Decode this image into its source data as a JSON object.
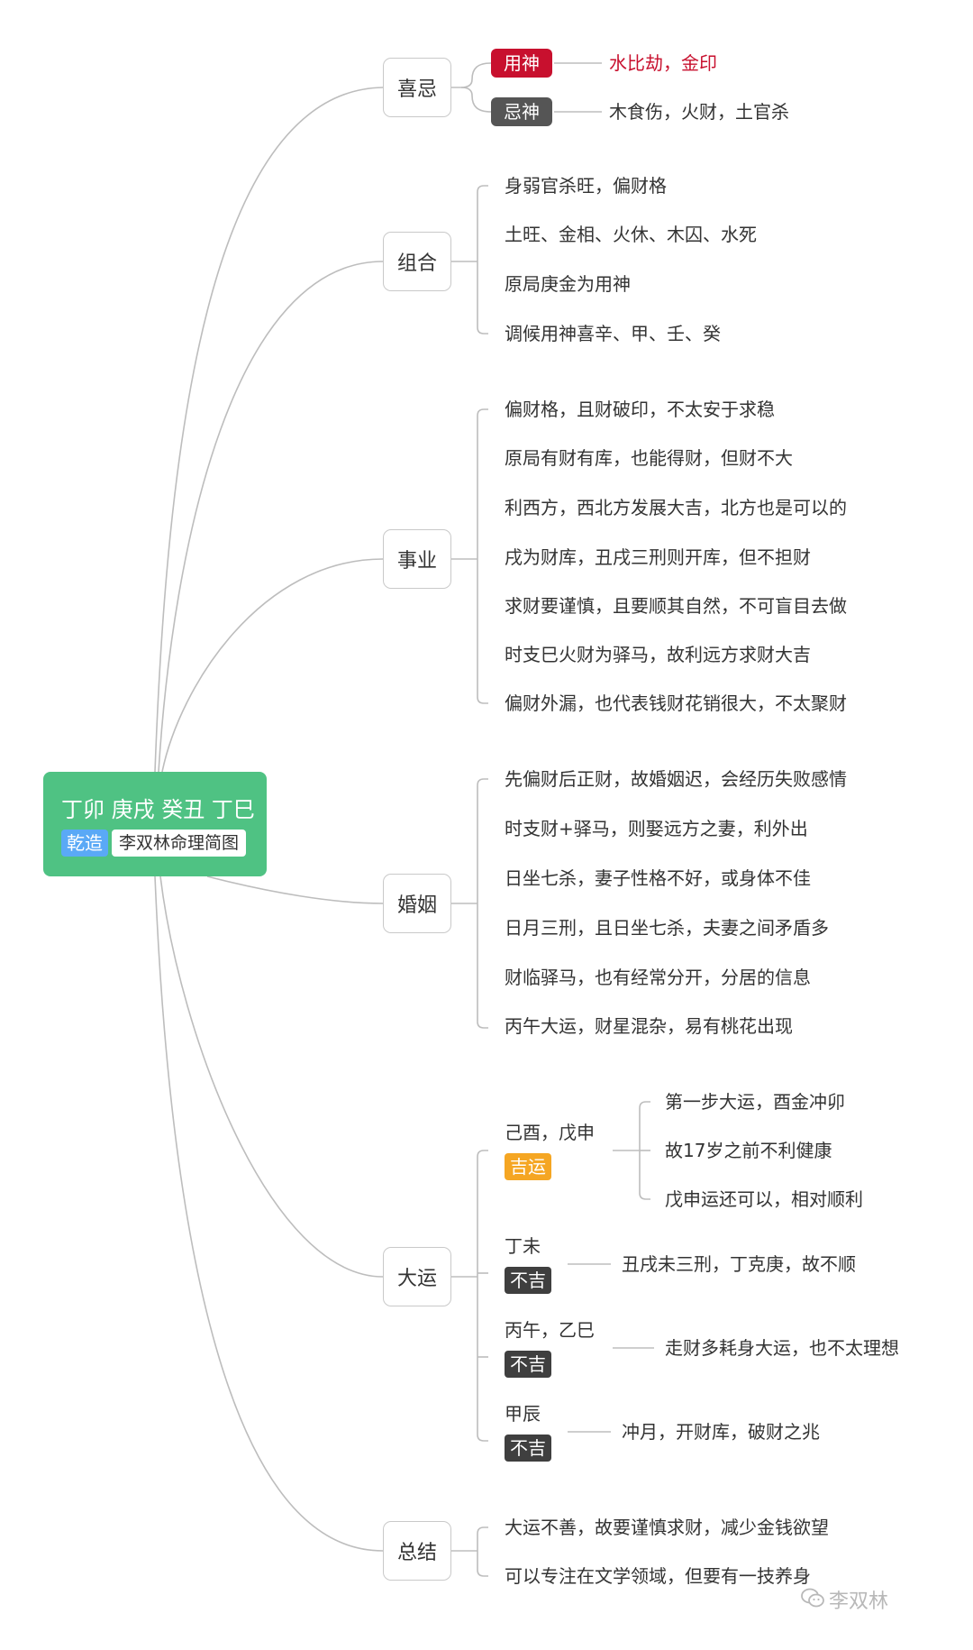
{
  "root": {
    "title": "丁卯 庚戌 癸丑 丁巳",
    "tag_gender": "乾造",
    "tag_name": "李双林命理简图"
  },
  "categories": {
    "xiji": "喜忌",
    "zuhe": "组合",
    "shiye": "事业",
    "hunyin": "婚姻",
    "dayun": "大运",
    "zongjie": "总结"
  },
  "xiji": {
    "yongshen_label": "用神",
    "yongshen_value": "水比劫，金印",
    "jishen_label": "忌神",
    "jishen_value": "木食伤，火财，土官杀"
  },
  "zuhe": [
    "身弱官杀旺，偏财格",
    "土旺、金相、火休、木囚、水死",
    "原局庚金为用神",
    "调候用神喜辛、甲、壬、癸"
  ],
  "shiye": [
    "偏财格，且财破印，不太安于求稳",
    "原局有财有库，也能得财，但财不大",
    "利西方，西北方发展大吉，北方也是可以的",
    "戌为财库，丑戌三刑则开库，但不担财",
    "求财要谨慎，且要顺其自然，不可盲目去做",
    "时支巳火财为驿马，故利远方求财大吉",
    "偏财外漏，也代表钱财花销很大，不太聚财"
  ],
  "hunyin": [
    "先偏财后正财，故婚姻迟，会经历失败感情",
    "时支财+驿马，则娶远方之妻，利外出",
    "日坐七杀，妻子性格不好，或身体不佳",
    "日月三刑，且日坐七杀，夫妻之间矛盾多",
    "财临驿马，也有经常分开，分居的信息",
    "丙午大运，财星混杂，易有桃花出现"
  ],
  "dayun": [
    {
      "period": "己酉，戊申",
      "badge": "吉运",
      "notes": [
        "第一步大运，酉金冲卯",
        "故17岁之前不利健康",
        "戊申运还可以，相对顺利"
      ]
    },
    {
      "period": "丁未",
      "badge": "不吉",
      "notes": [
        "丑戌未三刑，丁克庚，故不顺"
      ]
    },
    {
      "period": "丙午，乙巳",
      "badge": "不吉",
      "notes": [
        "走财多耗身大运，也不太理想"
      ]
    },
    {
      "period": "甲辰",
      "badge": "不吉",
      "notes": [
        "冲月，开财库，破财之兆"
      ]
    }
  ],
  "zongjie": [
    "大运不善，故要谨慎求财，减少金钱欲望",
    "可以专注在文学领域，但要有一技养身"
  ],
  "watermark": "李双林",
  "colors": {
    "root": "#4fc283",
    "yongshen": "#c8102e",
    "jishen": "#555555",
    "good_badge": "#f5a623",
    "bad_badge": "#3f3f3f",
    "gender_tag": "#5aa9f6"
  }
}
